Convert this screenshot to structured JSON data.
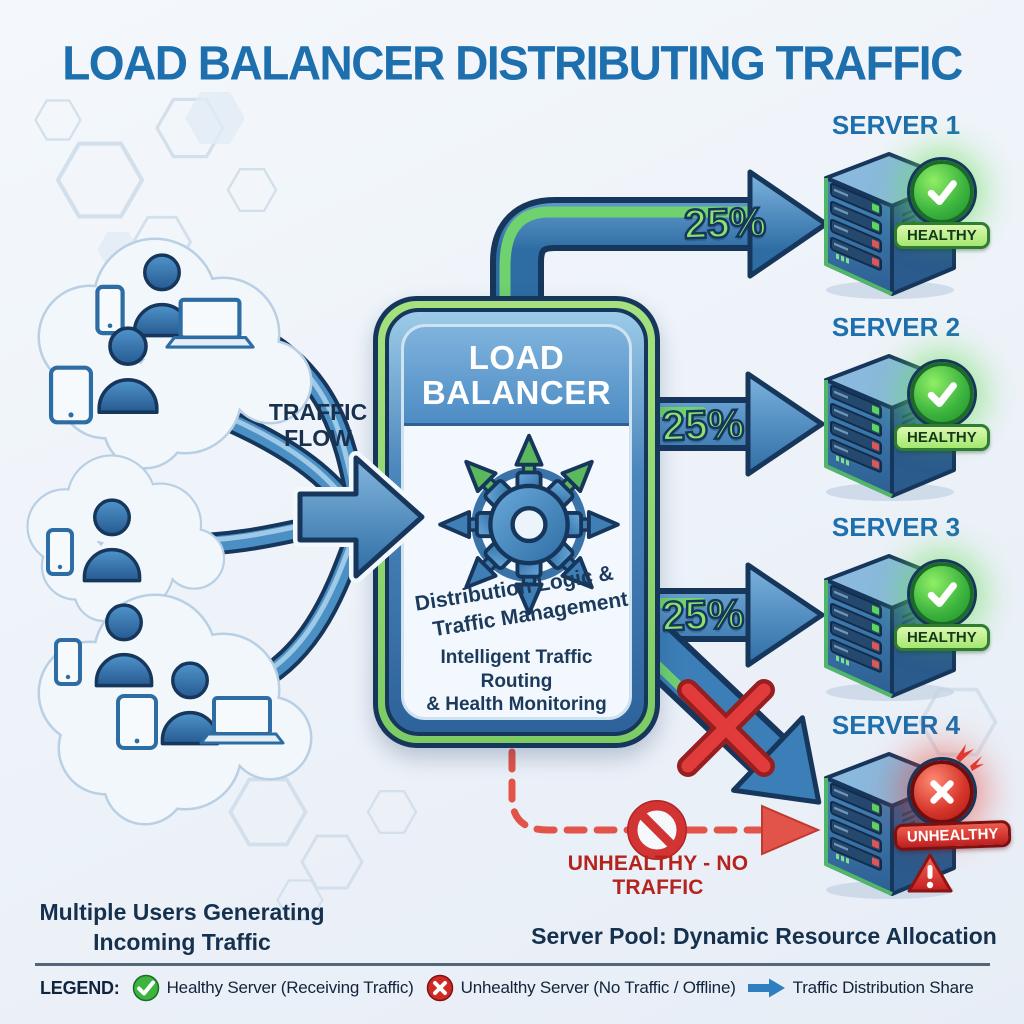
{
  "title": "LOAD BALANCER DISTRIBUTING TRAFFIC",
  "traffic_flow_label": "TRAFFIC FLOW",
  "load_balancer": {
    "name_line1": "LOAD",
    "name_line2": "BALANCER",
    "logic_line1": "Distribution Logic &",
    "logic_line2": "Traffic Management",
    "subtitle_line1": "Intelligent Traffic Routing",
    "subtitle_line2": "& Health Monitoring"
  },
  "distribution_shares": [
    "25%",
    "25%",
    "25%"
  ],
  "blocked_label": "UNHEALTHY - NO TRAFFIC",
  "servers": [
    {
      "name": "SERVER 1",
      "status": "healthy",
      "badge": "HEALTHY"
    },
    {
      "name": "SERVER 2",
      "status": "healthy",
      "badge": "HEALTHY"
    },
    {
      "name": "SERVER 3",
      "status": "healthy",
      "badge": "HEALTHY"
    },
    {
      "name": "SERVER 4",
      "status": "unhealthy",
      "badge": "UNHEALTHY"
    }
  ],
  "captions": {
    "users": "Multiple Users Generating Incoming Traffic",
    "pool": "Server Pool: Dynamic Resource Allocation"
  },
  "legend": {
    "label": "LEGEND:",
    "items": [
      {
        "icon": "healthy-check-icon",
        "text": "Healthy Server (Receiving Traffic)"
      },
      {
        "icon": "unhealthy-x-icon",
        "text": "Unhealthy Server (No Traffic / Offline)"
      },
      {
        "icon": "traffic-arrow-icon",
        "text": "Traffic Distribution Share"
      }
    ]
  },
  "colors": {
    "title_blue": "#1e6fad",
    "arrow_blue": "#3c7eb8",
    "stripe_green": "#6fd26f",
    "healthy_green": "#3cb43e",
    "unhealthy_red": "#cf2b24",
    "navy_outline": "#16365c",
    "background": "#eef3f9"
  }
}
